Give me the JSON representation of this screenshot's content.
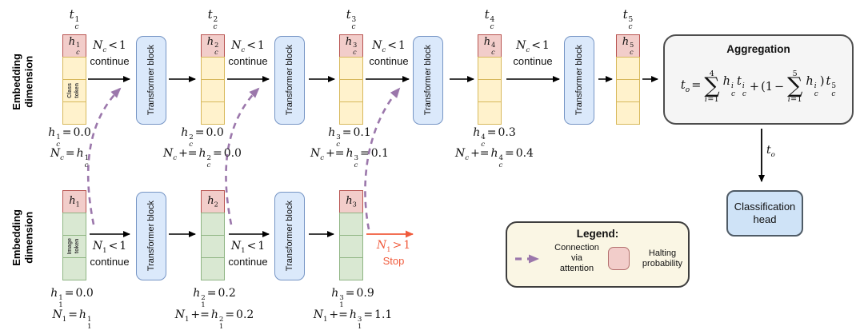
{
  "axis_label": "Embedding\ndimension",
  "block_label": "Transformer block",
  "sigma": "∑",
  "top_row": {
    "gate": {
      "line1": "N_c < 1",
      "line2": "continue"
    },
    "stages": [
      {
        "t_label": "t_c^1",
        "h_label": "h_c^1",
        "token_label": "Class\ntoken",
        "f1": "h_c^1 = 0.0",
        "f2": "N_c = h_c^1"
      },
      {
        "t_label": "t_c^2",
        "h_label": "h_c^2",
        "f1": "h_c^2 = 0.0",
        "f2": "N_c += h_c^2 = 0.0"
      },
      {
        "t_label": "t_c^3",
        "h_label": "h_c^3",
        "f1": "h_c^3 = 0.1",
        "f2": "N_c += h_c^3 = 0.1"
      },
      {
        "t_label": "t_c^4",
        "h_label": "h_c^4",
        "f1": "h_c^4 = 0.3",
        "f2": "N_c += h_c^4 = 0.4"
      },
      {
        "t_label": "t_c^5",
        "h_label": "h_c^5"
      }
    ]
  },
  "bottom_row": {
    "gate": {
      "line1": "N_1 < 1",
      "line2": "continue"
    },
    "stop": {
      "line1": "N_1 > 1",
      "line2": "Stop"
    },
    "stages": [
      {
        "h_label": "h_1",
        "token_label": "Image\ntoken",
        "f1": "h_1^1 = 0.0",
        "f2": "N_1 = h_1^1"
      },
      {
        "h_label": "h_2",
        "f1": "h_1^2 = 0.2",
        "f2": "N_1 += h_1^2 = 0.2"
      },
      {
        "h_label": "h_3",
        "f1": "h_1^3 = 0.9",
        "f2": "N_1 += h_1^3 = 1.1"
      }
    ]
  },
  "aggregation": {
    "title": "Aggregation",
    "formula": {
      "lhs": "t_o =",
      "sum1_top": "4",
      "sum1_bot": "i = 1",
      "sum1_body": "h_c^i t_c^i",
      "mid": "+ (1 −",
      "sum2_top": "5",
      "sum2_bot": "i = 1",
      "tail": "h_c^i ) t_c^5"
    }
  },
  "output_label": "t_o",
  "classification_head": "Classification\nhead",
  "legend": {
    "title": "Legend:",
    "attention_label": "Connection\nvia\nattention",
    "halting_label": "Halting\nprobability"
  },
  "colors": {
    "halting_fill": "#f2cdca",
    "halting_border": "#b85450",
    "token_yellow": "#fff2cc",
    "token_green": "#d9e8d2",
    "block_blue": "#dbe9fb",
    "attention_purple": "#9b77ab",
    "stop_orange": "#f05b3c",
    "aggregation_gray": "#f5f5f5",
    "legend_cream": "#faf6e4"
  }
}
